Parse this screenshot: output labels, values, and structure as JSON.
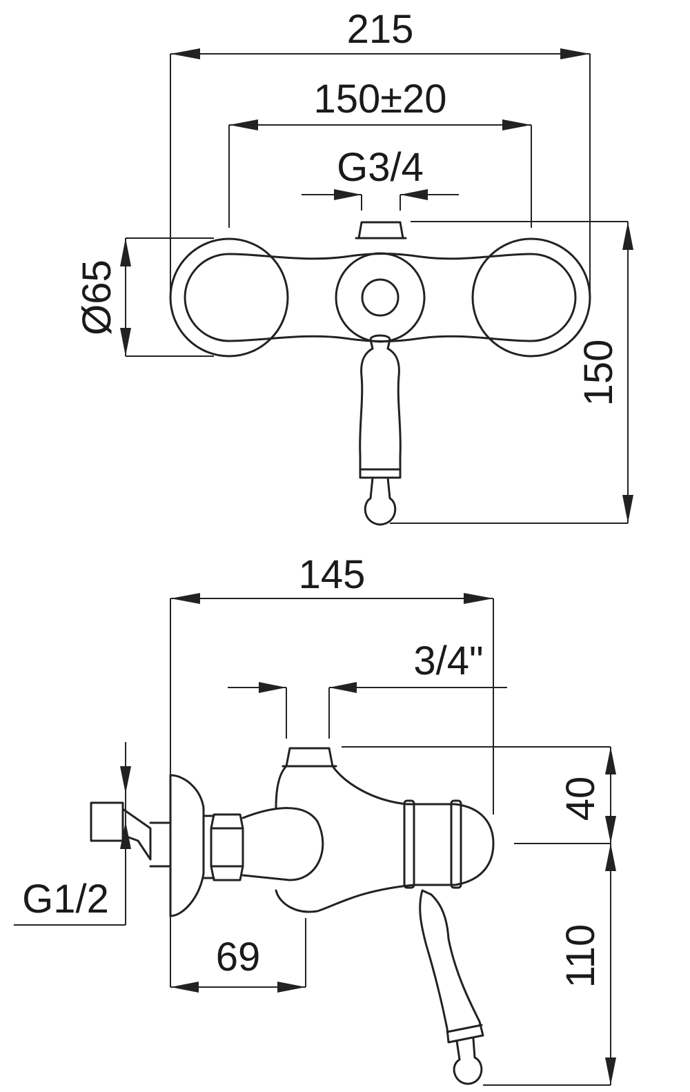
{
  "top_view": {
    "overall_width": "215",
    "inlet_spacing": "150±20",
    "outlet_thread": "G3/4",
    "flange_diameter": "Ø65",
    "total_height": "150"
  },
  "side_view": {
    "overall_depth": "145",
    "outlet_thread": "3/4\"",
    "outlet_height": "40",
    "inlet_thread": "G1/2",
    "inlet_offset": "69",
    "lever_height": "110"
  }
}
